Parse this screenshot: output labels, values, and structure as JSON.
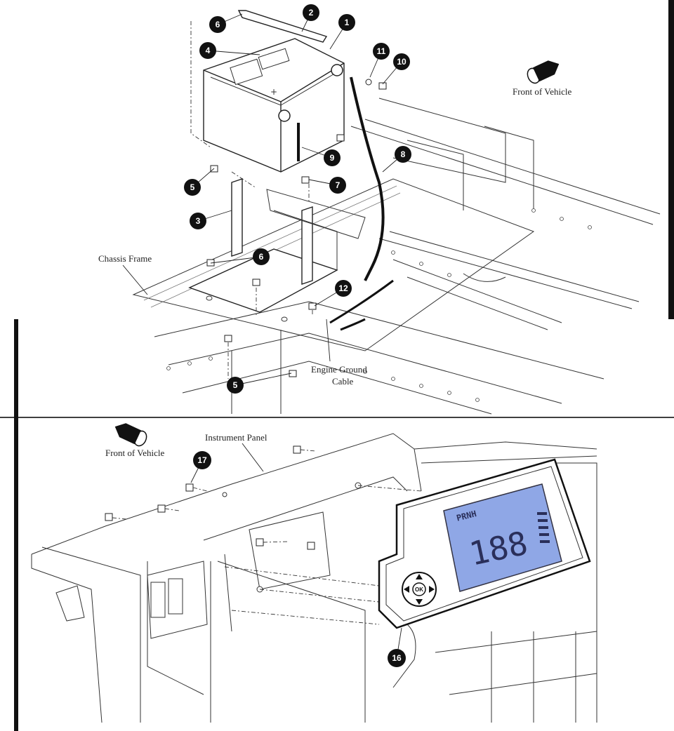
{
  "labels": {
    "front_of_vehicle_top": "Front of Vehicle",
    "chassis_frame": "Chassis Frame",
    "engine_ground_cable_line1": "Engine Ground",
    "engine_ground_cable_line2": "Cable",
    "front_of_vehicle_bottom": "Front of Vehicle",
    "instrument_panel": "Instrument Panel"
  },
  "callouts_top": [
    "1",
    "2",
    "3",
    "4",
    "5",
    "5",
    "6",
    "6",
    "7",
    "8",
    "9",
    "10",
    "11",
    "12"
  ],
  "callouts_bottom": [
    "16",
    "17"
  ],
  "display": {
    "digits": "188",
    "gear_letters": "PRNH",
    "ok_button": "OK"
  }
}
